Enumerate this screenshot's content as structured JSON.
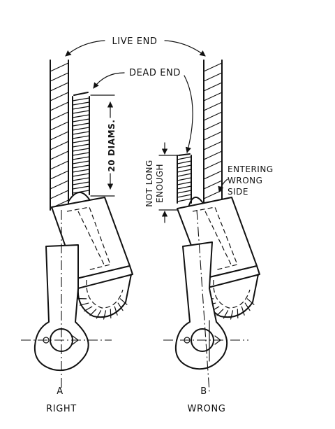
{
  "labels": {
    "live_end": "LIVE END",
    "dead_end": "DEAD END",
    "twenty_diams": "20 DIAMS.",
    "not_long_enough_1": "NOT LONG",
    "not_long_enough_2": "ENOUGH",
    "entering_1": "ENTERING",
    "entering_2": "WRONG",
    "entering_3": "SIDE",
    "fig_a_letter": "A",
    "fig_a_caption": "RIGHT",
    "fig_b_letter": "B",
    "fig_b_caption": "WRONG"
  }
}
